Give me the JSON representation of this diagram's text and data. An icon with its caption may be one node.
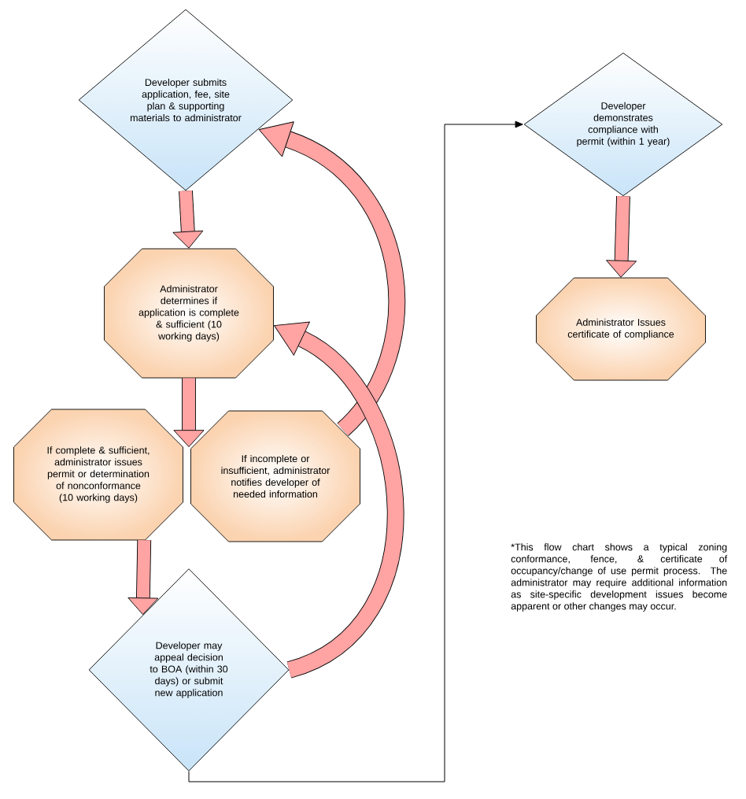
{
  "diagram": {
    "nodes": [
      {
        "text": [
          "Developer submits application, fee, site plan & supporting materials to administrator"
        ]
      },
      {
        "text": [
          "Administrator determines if application is complete & sufficient (10 working days)"
        ]
      },
      {
        "text": [
          "If complete & sufficient, administrator issues permit or determination of nonconformance (10 working days)"
        ]
      },
      {
        "text": [
          "If incomplete or insufficient, administrator notifies developer of needed information"
        ]
      },
      {
        "text": [
          "Developer may appeal decision to BOA (within 30 days) or submit new application"
        ]
      },
      {
        "text": [
          "Developer demonstrates compliance with permit (within 1 year)"
        ]
      },
      {
        "text": [
          "Administrator Issues certificate of compliance"
        ]
      }
    ],
    "edges": [
      {
        "from": 0,
        "to": 1,
        "arrow": "to"
      },
      {
        "from": 1,
        "to": 2,
        "arrow": "to"
      },
      {
        "from": 1,
        "to": 3,
        "arrow": "to"
      },
      {
        "from": 2,
        "to": 4,
        "arrow": "to"
      },
      {
        "from": 3,
        "to": 0,
        "arrow": "to"
      },
      {
        "from": 4,
        "to": 1,
        "arrow": "to"
      },
      {
        "from": 4,
        "to": 5,
        "arrow": "to",
        "color": "#000000"
      },
      {
        "from": 5,
        "to": 6,
        "arrow": "to"
      }
    ],
    "labels": [
      "*This flow chart shows a typical zoning conformance, fence, & certificate of occupancy/change of use permit process. The administrator may require additional information as site-specific development issues become apparent or other changes may occur."
    ]
  }
}
